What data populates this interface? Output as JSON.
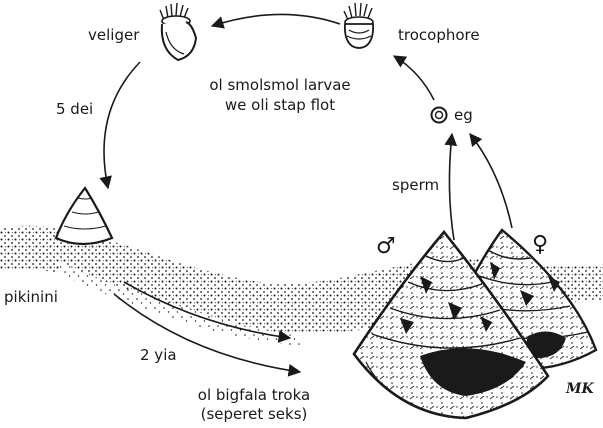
{
  "labels": {
    "veliger": "veliger",
    "trocophore": "trocophore",
    "larvae_line1": "ol smolsmol larvae",
    "larvae_line2": "we oli stap flot",
    "five_days": "5 dei",
    "egg": "eg",
    "sperm": "sperm",
    "juvenile": "pikinini",
    "two_years": "2 yia",
    "adults_line1": "ol bigfala troka",
    "adults_line2": "(seperet seks)",
    "male_symbol": "♂",
    "female_symbol": "♀",
    "artist_initials": "MK"
  },
  "colors": {
    "ink": "#1a1a1a",
    "paper": "#ffffff"
  }
}
